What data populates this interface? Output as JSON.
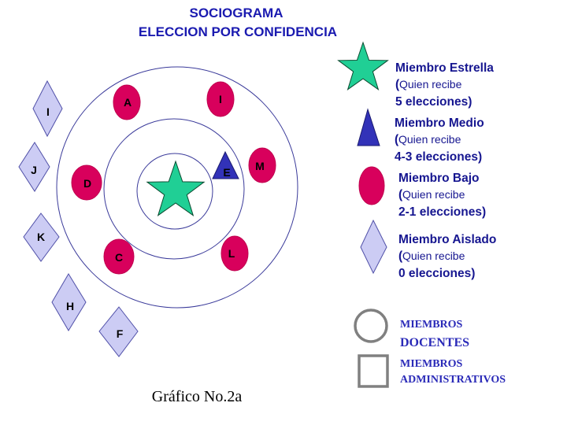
{
  "title": {
    "line1": "SOCIOGRAMA",
    "line2": "ELECCION POR CONFIDENCIA"
  },
  "members": {
    "star": "",
    "medio": [
      "E"
    ],
    "bajo": [
      "A",
      "I",
      "D",
      "M",
      "C",
      "L"
    ],
    "aislado": [
      "I",
      "J",
      "K",
      "H",
      "F"
    ]
  },
  "legend": {
    "estrella": {
      "name": "Miembro Estrella",
      "paren": "(",
      "line2": "Quien recibe",
      "line3": "5 elecciones)"
    },
    "medio": {
      "name": "Miembro Medio",
      "paren": "(",
      "line2": "Quien recibe",
      "line3": "4-3 elecciones)"
    },
    "bajo": {
      "name": "Miembro Bajo",
      "paren": "(",
      "line2": "Quien recibe",
      "line3": "2-1 elecciones)"
    },
    "aislado": {
      "name": "Miembro Aislado",
      "paren": "(",
      "line2": "Quien recibe",
      "line3": "0 elecciones)"
    },
    "docentes": {
      "line1": "MIEMBROS",
      "line2": "DOCENTES"
    },
    "administrativos": {
      "line1": "MIEMBROS",
      "line2": "ADMINISTRATIVOS"
    }
  },
  "caption": "Gráfico No.2a",
  "colors": {
    "star": "#20cf95",
    "medio": "#3232b8",
    "bajo": "#d8005c",
    "aislado": "#ccccf4",
    "text": "#161690"
  }
}
